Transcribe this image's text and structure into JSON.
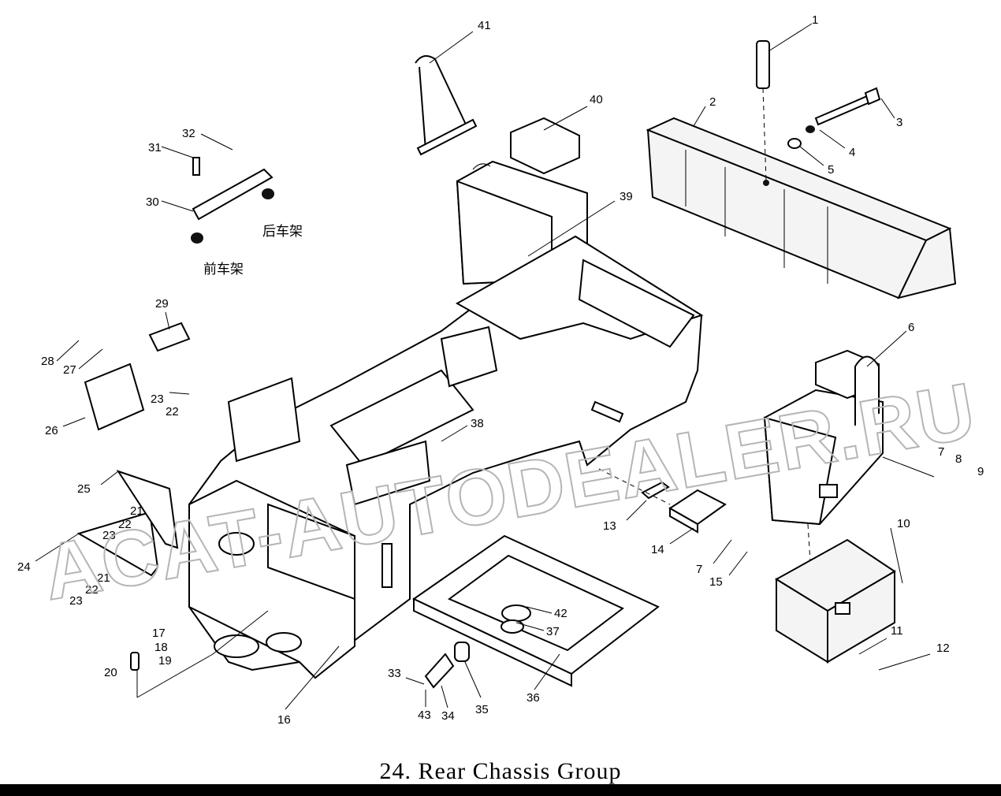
{
  "caption": "24. Rear  Chassis  Group",
  "watermark": "ACAT-AUTODEALER.RU",
  "chinese_labels": {
    "rear_frame": "后车架",
    "front_frame": "前车架"
  },
  "callouts": {
    "c1": "1",
    "c2": "2",
    "c3": "3",
    "c4": "4",
    "c5": "5",
    "c6": "6",
    "c7a": "7",
    "c7b": "7",
    "c8": "8",
    "c9": "9",
    "c10": "10",
    "c11": "11",
    "c12": "12",
    "c13": "13",
    "c14": "14",
    "c15": "15",
    "c16": "16",
    "c17": "17",
    "c18": "18",
    "c19": "19",
    "c20": "20",
    "c21a": "21",
    "c21b": "21",
    "c22a": "22",
    "c22b": "22",
    "c22c": "22",
    "c23a": "23",
    "c23b": "23",
    "c23c": "23",
    "c24": "24",
    "c25": "25",
    "c26": "26",
    "c27": "27",
    "c28": "28",
    "c29": "29",
    "c30": "30",
    "c31": "31",
    "c32": "32",
    "c33": "33",
    "c34": "34",
    "c35": "35",
    "c36": "36",
    "c37": "37",
    "c38": "38",
    "c39": "39",
    "c40": "40",
    "c41": "41",
    "c42": "42",
    "c43": "43"
  }
}
